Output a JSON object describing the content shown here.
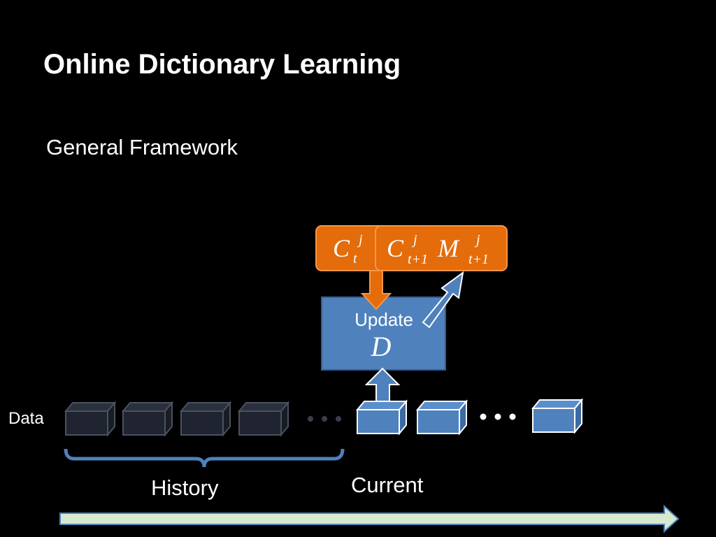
{
  "slide": {
    "title": "Online Dictionary Learning",
    "subtitle": "General Framework"
  },
  "labels": {
    "data": "Data",
    "history": "History",
    "current": "Current",
    "update": "Update",
    "update_var": "D",
    "ellipsis": "…"
  },
  "boxes": {
    "left": {
      "var": "C",
      "sup": "j",
      "sub": "t"
    },
    "right": {
      "var1": "C",
      "sup1": "j",
      "sub1": "t+1",
      "var2": "M",
      "sup2": "j",
      "sub2": "t+1"
    }
  },
  "colors": {
    "background": "#000000",
    "orange": "#E46C0A",
    "orange_border": "#F79646",
    "blue": "#4F81BD",
    "blue_border": "#385D8A",
    "dark_box": "#1F2430",
    "timeline": "#D8E9D0"
  }
}
